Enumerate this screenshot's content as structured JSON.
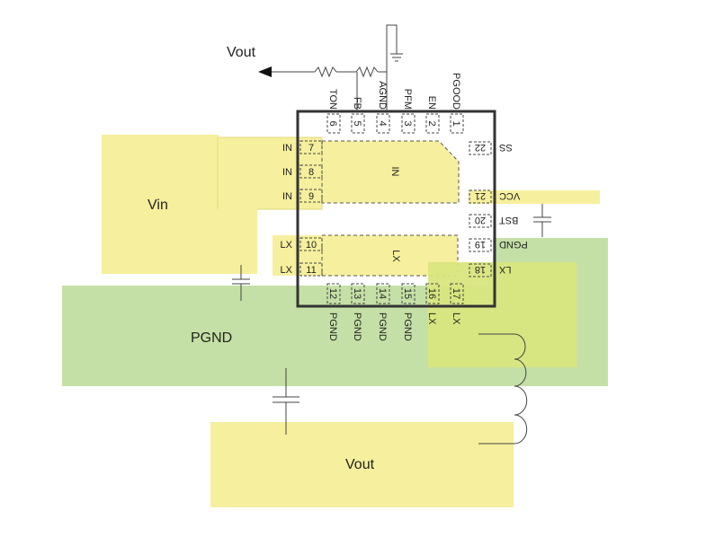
{
  "colors": {
    "copper_yellow": "#f6ef9d",
    "pgnd_green": "#c5e0a6",
    "overlap_yellow_green": "#d9e67e",
    "package_outline": "#333333",
    "trace": "#555555"
  },
  "labels": {
    "vout_top": "Vout",
    "vin": "Vin",
    "pgnd": "PGND",
    "vout_bottom": "Vout",
    "pad_in": "IN",
    "pad_lx": "LX"
  },
  "pins": {
    "top": [
      {
        "num": "6",
        "name": "TON"
      },
      {
        "num": "5",
        "name": "FB"
      },
      {
        "num": "4",
        "name": "AGND"
      },
      {
        "num": "3",
        "name": "PFM"
      },
      {
        "num": "2",
        "name": "EN"
      },
      {
        "num": "1",
        "name": "PGOOD"
      }
    ],
    "left": [
      {
        "num": "7",
        "name": "IN"
      },
      {
        "num": "8",
        "name": "IN"
      },
      {
        "num": "9",
        "name": "IN"
      },
      {
        "num": "10",
        "name": "LX"
      },
      {
        "num": "11",
        "name": "LX"
      }
    ],
    "bottom": [
      {
        "num": "12",
        "name": "PGND"
      },
      {
        "num": "13",
        "name": "PGND"
      },
      {
        "num": "14",
        "name": "PGND"
      },
      {
        "num": "15",
        "name": "PGND"
      },
      {
        "num": "16",
        "name": "LX"
      },
      {
        "num": "17",
        "name": "LX"
      }
    ],
    "right": [
      {
        "num": "22",
        "name": "SS"
      },
      {
        "num": "21",
        "name": "VCC"
      },
      {
        "num": "20",
        "name": "BST"
      },
      {
        "num": "19",
        "name": "PGND"
      },
      {
        "num": "18",
        "name": "LX"
      }
    ]
  }
}
